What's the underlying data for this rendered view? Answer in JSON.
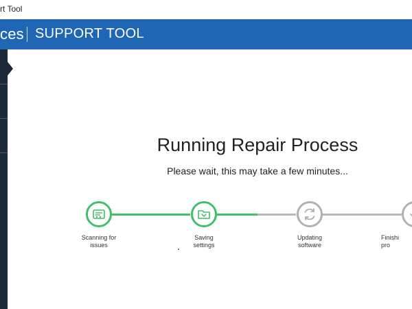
{
  "window": {
    "title": "rt Tool"
  },
  "header": {
    "brand": "ces",
    "subtitle": "SUPPORT TOOL"
  },
  "main": {
    "heading": "Running Repair Process",
    "subheading": "Please wait, this may take a few minutes..."
  },
  "steps": [
    {
      "label": "Scanning for\nissues",
      "status": "done",
      "icon": "scan-icon"
    },
    {
      "label": "Saving\nsettings",
      "status": "done",
      "icon": "folder-icon"
    },
    {
      "label": "Updating\nsoftware",
      "status": "pending",
      "icon": "refresh-icon"
    },
    {
      "label": "Finishi\npro",
      "status": "pending",
      "icon": "check-icon"
    }
  ],
  "colors": {
    "header_blue": "#1f66b5",
    "sidebar_dark": "#1c2a38",
    "progress_done": "#3fbf6a",
    "progress_pending": "#b9b9b9"
  }
}
